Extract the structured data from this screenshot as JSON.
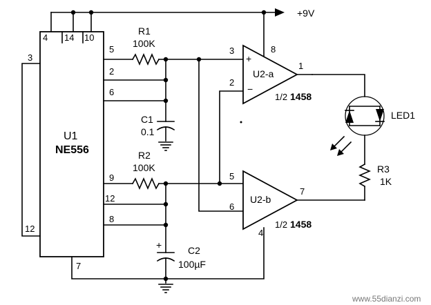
{
  "supply": {
    "label": "+9V"
  },
  "u1": {
    "ref": "U1",
    "part": "NE556",
    "pins": {
      "p4": "4",
      "p14": "14",
      "p10": "10",
      "p3": "3",
      "p5": "5",
      "p2": "2",
      "p6": "6",
      "p9": "9",
      "p12": "12",
      "p8": "8",
      "p12_left": "12",
      "p7": "7"
    }
  },
  "r1": {
    "ref": "R1",
    "value": "100K"
  },
  "r2": {
    "ref": "R2",
    "value": "100K"
  },
  "r3": {
    "ref": "R3",
    "value": "1K"
  },
  "c1": {
    "ref": "C1",
    "value": "0.1"
  },
  "c2": {
    "ref": "C2",
    "value": "100µF",
    "polarity": "+"
  },
  "u2a": {
    "ref": "U2-a",
    "half": "1/2",
    "part": "1458",
    "pins": {
      "in_plus": "3",
      "in_minus": "2",
      "vcc": "8",
      "out": "1"
    },
    "signs": {
      "plus": "+",
      "minus": "−"
    }
  },
  "u2b": {
    "ref": "U2-b",
    "half": "1/2",
    "part": "1458",
    "pins": {
      "in_a": "5",
      "in_b": "6",
      "gnd": "4",
      "out": "7"
    }
  },
  "led": {
    "ref": "LED1"
  },
  "watermark": {
    "text": "www.55dianzi.com"
  }
}
